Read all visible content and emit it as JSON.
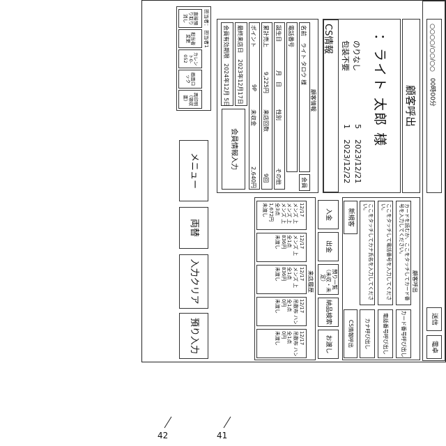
{
  "refs": [
    "42",
    "41"
  ],
  "header": {
    "datetime": "○○○○/○○/○○　00時00分",
    "send_button": "送信",
    "phone_button": "電卓"
  },
  "title": "顧客呼出",
  "customer": {
    "name_line": "：ライト 太郎 様",
    "cs_label": "CS情報",
    "info1": "のりなし",
    "info1_count": "5",
    "info1_date": "2023/12/21",
    "info2": "包装不要",
    "info2_count": "1",
    "info2_date": "2023/12/22"
  },
  "customer_info": {
    "section": "顧客情報",
    "name_label": "名前",
    "name_value": "ライト タロウ 様",
    "member_badge": "会員",
    "phone_label": "電話番号",
    "birthday_label": "誕生日",
    "birthday_value": "月　日",
    "gender_label": "性別",
    "gender_value": "その他",
    "sales_label": "累計売上",
    "sales_value": "9,225円",
    "visits_label": "来店回数",
    "visits_value": "9回",
    "points_label": "ポイント",
    "points_value": "9P",
    "unpaid_label": "未収金",
    "unpaid_value": "2,640円",
    "last_visit_label": "最終来店日",
    "last_visit_value": "2023年12月17日",
    "expire_label": "会員有効期限",
    "expire_value": "2024年12月 5日",
    "member_input_button": "会員情報入力"
  },
  "call": {
    "section": "顧客呼出",
    "card_prompt": "カードを読むか、ここをタッチしてカード番号を入力してください。",
    "phone_prompt": "ここをタッチして電話番号を入力してください。",
    "kana_prompt": "ここをタッチしてカナ氏名を入力してください。",
    "card_button": "カード番号呼び出し",
    "phone_button": "電話番号呼び出し",
    "kana_button": "カナ呼び出し",
    "cs_button": "CS情報呼出",
    "new_button": "新規客"
  },
  "actions": {
    "deposit": "入金",
    "withdraw": "出金",
    "list": "預り一覧（未収・未定）",
    "delivery": "納品検索",
    "handover": "お渡し"
  },
  "history": {
    "section": "来店履歴",
    "items": [
      {
        "date": "12/17",
        "lines": [
          "メンズ 上",
          "メンズ 上",
          "メンズ 上"
        ],
        "count": "全3点",
        "amount": "1,672円",
        "status": "未渡し"
      },
      {
        "date": "12/17",
        "lines": [
          "メンズ 上"
        ],
        "count": "全1点",
        "amount": "836円",
        "status": "未渡し"
      },
      {
        "date": "12/17",
        "lines": [
          "メンズ 上"
        ],
        "count": "全1点",
        "amount": "836円",
        "status": "未渡し"
      },
      {
        "date": "12/17",
        "lines": [
          "吊敷布 ハンカチ"
        ],
        "count": "全1点",
        "amount": "0円",
        "status": "未渡し"
      },
      {
        "date": "12/17",
        "lines": [
          "吊敷布 ハンカチ"
        ],
        "count": "全1点",
        "amount": "0円",
        "status": "未渡し"
      }
    ]
  },
  "footer": {
    "staff_label": "担当者： 担当者1",
    "buttons": [
      "直接預り取り消し",
      "担当者変更",
      "カレント0-052",
      "画面ロック",
      "再印刷（領収書）"
    ],
    "menu": "メニュー",
    "exchange": "両替",
    "clear": "入力クリア",
    "entry": "預り入力"
  }
}
